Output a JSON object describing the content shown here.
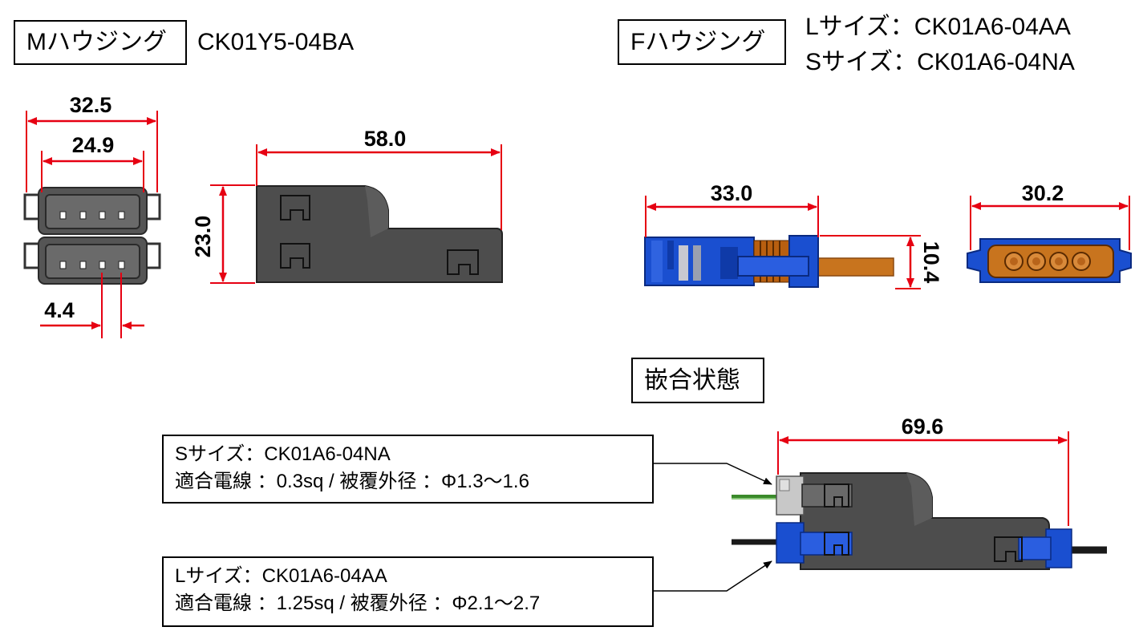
{
  "m_housing": {
    "label": "Mハウジング",
    "part_number": "CK01Y5-04BA",
    "dims": {
      "outer_width": "32.5",
      "inner_width": "24.9",
      "pitch": "4.4",
      "length": "58.0",
      "height": "23.0"
    }
  },
  "f_housing": {
    "label": "Fハウジング",
    "l_size": "Lサイズ：CK01A6-04AA",
    "s_size": "Sサイズ：CK01A6-04NA",
    "dims": {
      "length": "33.0",
      "height": "10.4",
      "width": "30.2"
    }
  },
  "mated": {
    "label": "嵌合状態",
    "length": "69.6",
    "s_note": {
      "line1": "Sサイズ：CK01A6-04NA",
      "line2": "適合電線 ：0.3sq / 被覆外径 ：Φ1.3～1.6"
    },
    "l_note": {
      "line1": "Lサイズ：CK01A6-04AA",
      "line2": "適合電線 ：1.25sq / 被覆外径 ：Φ2.1～2.7"
    }
  },
  "colors": {
    "dimension": "#e60012",
    "housing_gray": "#4a4a4a",
    "housing_blue": "#1a4fd0",
    "copper": "#c8741e"
  }
}
